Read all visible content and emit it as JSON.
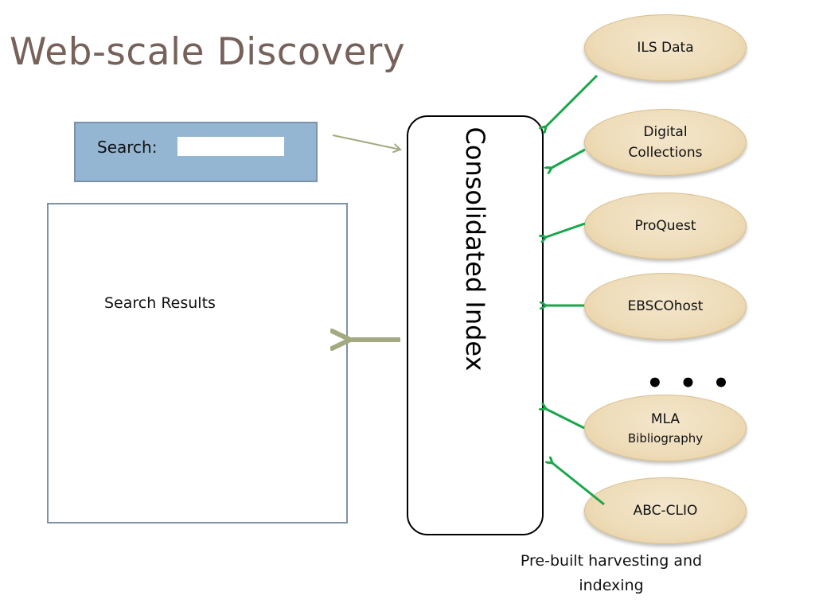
{
  "title": "Web-scale Discovery",
  "search": {
    "label": "Search:",
    "value": "",
    "placeholder": ""
  },
  "results": {
    "label": "Search Results"
  },
  "index": {
    "label": "Consolidated Index"
  },
  "sources": [
    {
      "label": "ILS Data",
      "lines": [
        "ILS Data"
      ]
    },
    {
      "label": "Digital Collections",
      "lines": [
        "Digital",
        "Collections"
      ]
    },
    {
      "label": "ProQuest",
      "lines": [
        "ProQuest"
      ]
    },
    {
      "label": "EBSCOhost",
      "lines": [
        "EBSCOhost"
      ]
    },
    {
      "label": "MLA Bibliography",
      "lines": [
        "MLA",
        "Bibliography"
      ]
    },
    {
      "label": "ABC-CLIO",
      "lines": [
        "ABC-CLIO"
      ]
    }
  ],
  "more_indicator": "• • •",
  "caption": "Pre-built harvesting and indexing",
  "colors": {
    "title": "#76625a",
    "search_panel": "#94b6d2",
    "source_fill": "#eedcb8",
    "harvest_arrow": "#1aa64a",
    "flow_arrow": "#a3aa82"
  }
}
